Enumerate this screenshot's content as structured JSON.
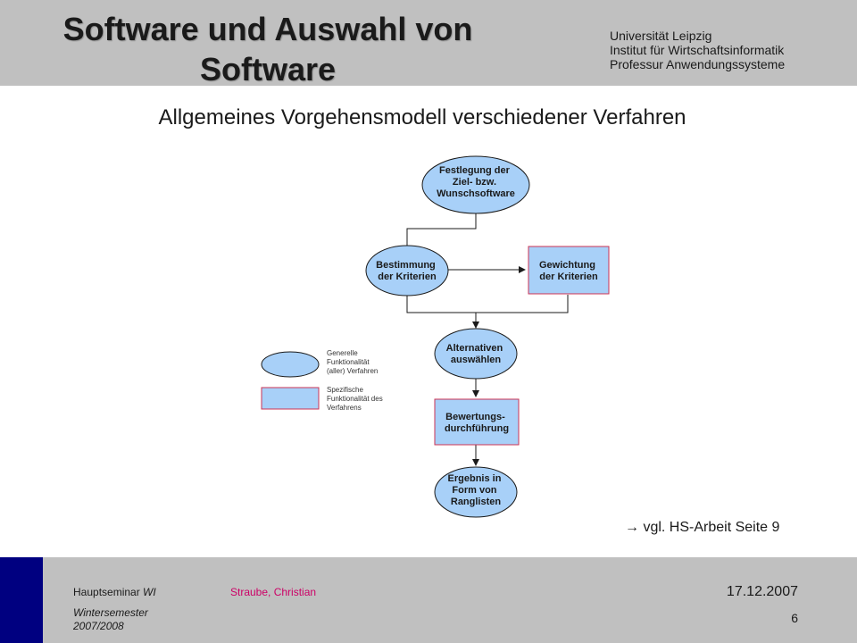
{
  "header": {
    "title": "Software und Auswahl von Software",
    "university": [
      "Universität Leipzig",
      "Institut für Wirtschaftsinformatik",
      "Professur Anwendungssysteme"
    ]
  },
  "slide": {
    "subtitle": "Allgemeines Vorgehensmodell verschiedener Verfahren",
    "note": "vgl. HS-Arbeit Seite 9",
    "note_arrow": "→"
  },
  "diagram": {
    "colors": {
      "fill": "#a8d0f8",
      "border": "#1a1a1a",
      "rect_border": "#cc3355"
    },
    "nodes": {
      "festlegung": [
        "Festlegung der",
        "Ziel- bzw.",
        "Wunschsoftware"
      ],
      "bestimmung": [
        "Bestimmung",
        "der Kriterien"
      ],
      "gewichtung": [
        "Gewichtung",
        "der Kriterien"
      ],
      "alternativen": [
        "Alternativen",
        "auswählen"
      ],
      "bewertung": [
        "Bewertungs-",
        "durchführung"
      ],
      "ergebnis": [
        "Ergebnis in",
        "Form von",
        "Ranglisten"
      ]
    },
    "legend": {
      "general": [
        "Generelle",
        "Funktionalität",
        "(aller) Verfahren"
      ],
      "specific": [
        "Spezifische",
        "Funktionalität des",
        "Verfahrens"
      ]
    }
  },
  "footer": {
    "course_prefix": "Hauptseminar ",
    "course_suffix": "WI",
    "semester": "Wintersemester 2007/2008",
    "author": "Straube, Christian",
    "date": "17.12.2007",
    "page": "6"
  }
}
